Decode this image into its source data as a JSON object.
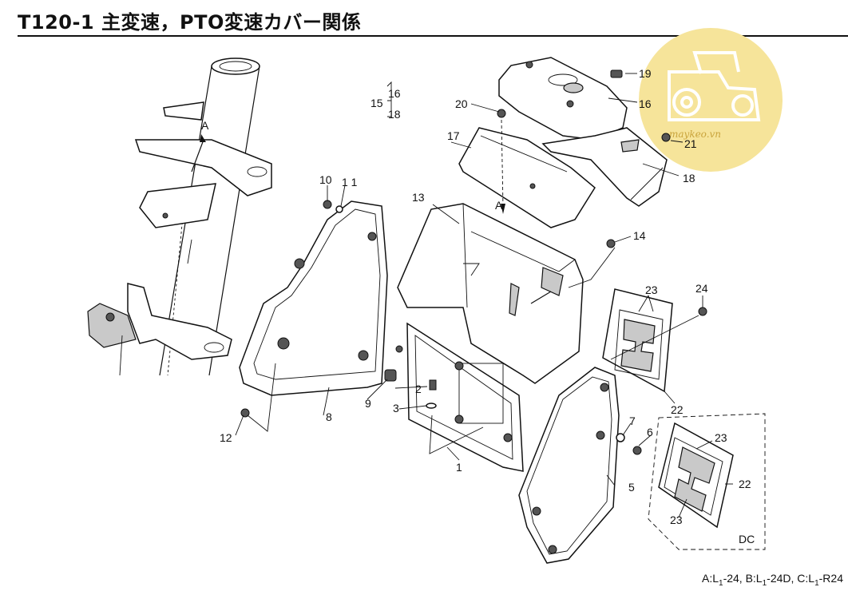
{
  "header": {
    "title": "T120-1 主変速，PTO変速カバー関係"
  },
  "callouts": {
    "c1": "1",
    "c2": "2",
    "c3": "3",
    "c5": "5",
    "c6": "6",
    "c7": "7",
    "c8": "8",
    "c9": "9",
    "c10": "10",
    "c11": "1 1",
    "c12": "12",
    "c13": "13",
    "c14": "14",
    "c15": "15",
    "c16a": "16",
    "c18a": "18",
    "c16b": "16",
    "c17": "17",
    "c18b": "18",
    "c19": "19",
    "c20": "20",
    "c21": "21",
    "c22a": "22",
    "c22b": "22",
    "c23a": "23",
    "c23b": "23",
    "c23c": "23",
    "c24": "24"
  },
  "markers": {
    "a_top": "A",
    "a_mid": "A",
    "dc_box": "DC"
  },
  "watermark": {
    "text": "maykeo.vn",
    "color": "#f3dd84"
  },
  "footer": {
    "a_prefix": "A:L",
    "a_sub": "1",
    "a_suffix": "-24,",
    "b_prefix": "B:L",
    "b_sub": "1",
    "b_suffix": "-24D,",
    "c_prefix": "C:L",
    "c_sub": "1",
    "c_suffix": "-R24"
  }
}
